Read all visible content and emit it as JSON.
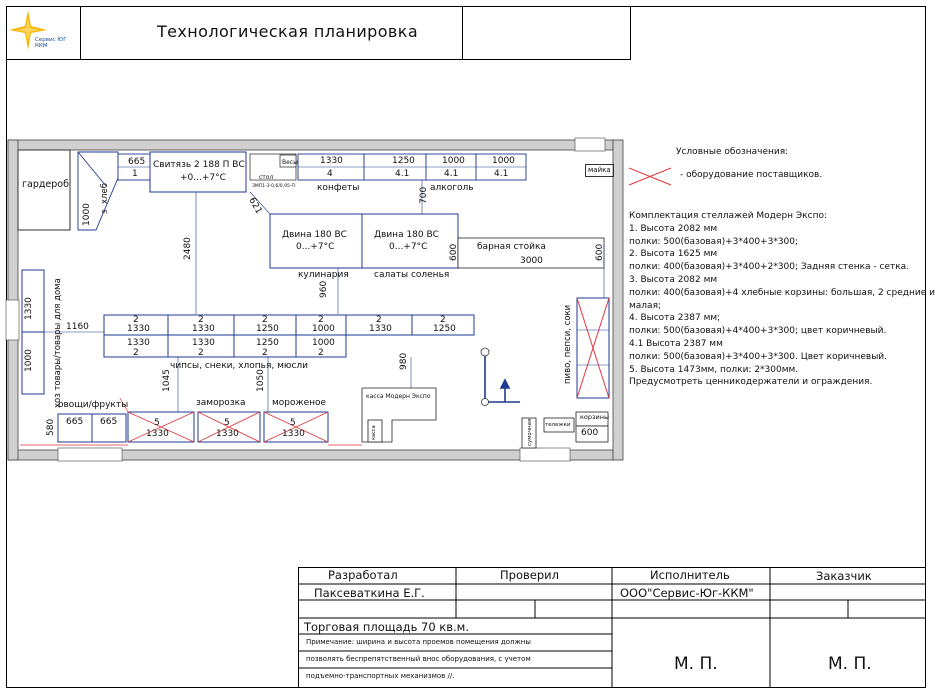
{
  "header": {
    "title": "Технологическая планировка",
    "logo_text_line1": "Сервис ЮГ",
    "logo_text_line2": "ККМ"
  },
  "colors": {
    "wall": "#c8c8c8",
    "equipment": "#1f3a93",
    "supplier_cross": "#e0393e",
    "logo": "#f7b500"
  },
  "plan": {
    "rooms": {
      "wardrobe": "гардероб",
      "hoz_rotated": "хоз товары/товары для дома",
      "pivo_rotated": "пиво, пепси, соки",
      "bread_rotated": "хлеб"
    },
    "top_labels": {
      "konfety": "конфеты",
      "alkogol": "алкоголь",
      "svityaz": "Свитязь 2 188 П ВС",
      "svityaz_temp": "+0...+7°С",
      "stol": "стол",
      "vesy": "Весы",
      "stol_small": "ЗМП1-3-0,6/0,95-П",
      "maika": "майка"
    },
    "top_cells": [
      {
        "top": "665",
        "bottom": "1"
      },
      {
        "top": "1330",
        "bottom": "4"
      },
      {
        "top": "1250",
        "bottom": "4.1"
      },
      {
        "top": "1000",
        "bottom": "4.1"
      },
      {
        "top": "1000",
        "bottom": "4.1"
      }
    ],
    "dvina1": {
      "name": "Двина 180 ВС",
      "temp": "0...+7°С"
    },
    "dvina2": {
      "name": "Двина 180 ВС",
      "temp": "0...+7°С"
    },
    "bar": {
      "name": "барная стойка",
      "size": "3000"
    },
    "mid_labels": {
      "kulinaria": "кулинария",
      "salaty": "салаты соленья",
      "chipsy": "чипсы, снеки, хлопья, мюсли",
      "zamorozka": "заморозка",
      "morozhenoe": "мороженое",
      "ovoshchi": "овощи/фрукты",
      "kassa": "касса Модерн Экспо",
      "kassa_small": "касса",
      "korziny": "корзины",
      "telezhki": "тележки",
      "sumochnaya": "сумочная"
    },
    "row_upper": [
      {
        "top": "2",
        "bottom": "1330"
      },
      {
        "top": "2",
        "bottom": "1330"
      },
      {
        "top": "2",
        "bottom": "1250"
      },
      {
        "top": "2",
        "bottom": "1000"
      },
      {
        "top": "2",
        "bottom": "1330"
      },
      {
        "top": "2",
        "bottom": "1250"
      }
    ],
    "row_lower": [
      {
        "top": "1330",
        "bottom": "2"
      },
      {
        "top": "1330",
        "bottom": "2"
      },
      {
        "top": "1250",
        "bottom": "2"
      },
      {
        "top": "1000",
        "bottom": "2"
      }
    ],
    "freezers": [
      {
        "num": "5",
        "size": "1330"
      },
      {
        "num": "5",
        "size": "1330"
      },
      {
        "num": "5",
        "size": "1330"
      }
    ],
    "veg": [
      "665",
      "665"
    ],
    "dims": {
      "d2480": "2480",
      "d621": "621",
      "d700": "700",
      "d960": "960",
      "d980": "980",
      "d1045": "1045",
      "d1050": "1050",
      "d1160": "1160",
      "d580": "580",
      "d600a": "600",
      "d600b": "600",
      "d600c": "600",
      "d1330": "1330",
      "d1000a": "1000",
      "d1000b": "1000",
      "d3": "3"
    }
  },
  "legend": {
    "title": "Условные обозначения:",
    "item": "- оборудование поставщиков."
  },
  "kit_lines": [
    "Комплектация стеллажей Модерн Экспо:",
    "1. Высота 2082 мм",
    "полки: 500(базовая)+3*400+3*300;",
    "2. Высота 1625 мм",
    "полки: 400(базовая)+3*400+2*300; Задняя стенка - сетка.",
    "3. Высота 2082 мм",
    "полки: 400(базовая)+4 хлебные корзины: большая, 2 средние и",
    "малая;",
    "4. Высота 2387 мм;",
    "полки: 500(базовая)+4*400+3*300; цвет коричневый.",
    "4.1 Высота 2387 мм",
    "полки: 500(базовая)+3*400+3*300. Цвет коричневый.",
    "5. Высота 1473мм, полки: 2*300мм.",
    "Предусмотреть ценникодержатели и ограждения."
  ],
  "titleblock": {
    "developed": "Разработал",
    "checked": "Проверил",
    "executor": "Исполнитель",
    "customer": "Заказчик",
    "developer_name": "Паксеваткина Е.Г.",
    "executor_name": "ООО\"Сервис-Юг-ККМ\"",
    "area": "Торговая площадь 70 кв.м.",
    "note1": "Примечание: ширина и высота проемов помещения должны",
    "note2": "позволять беспрепятственный внос оборудования, с учетом",
    "note3": "подъемно-транспортных механизмов //.",
    "stamp1": "М. П.",
    "stamp2": "М. П."
  }
}
